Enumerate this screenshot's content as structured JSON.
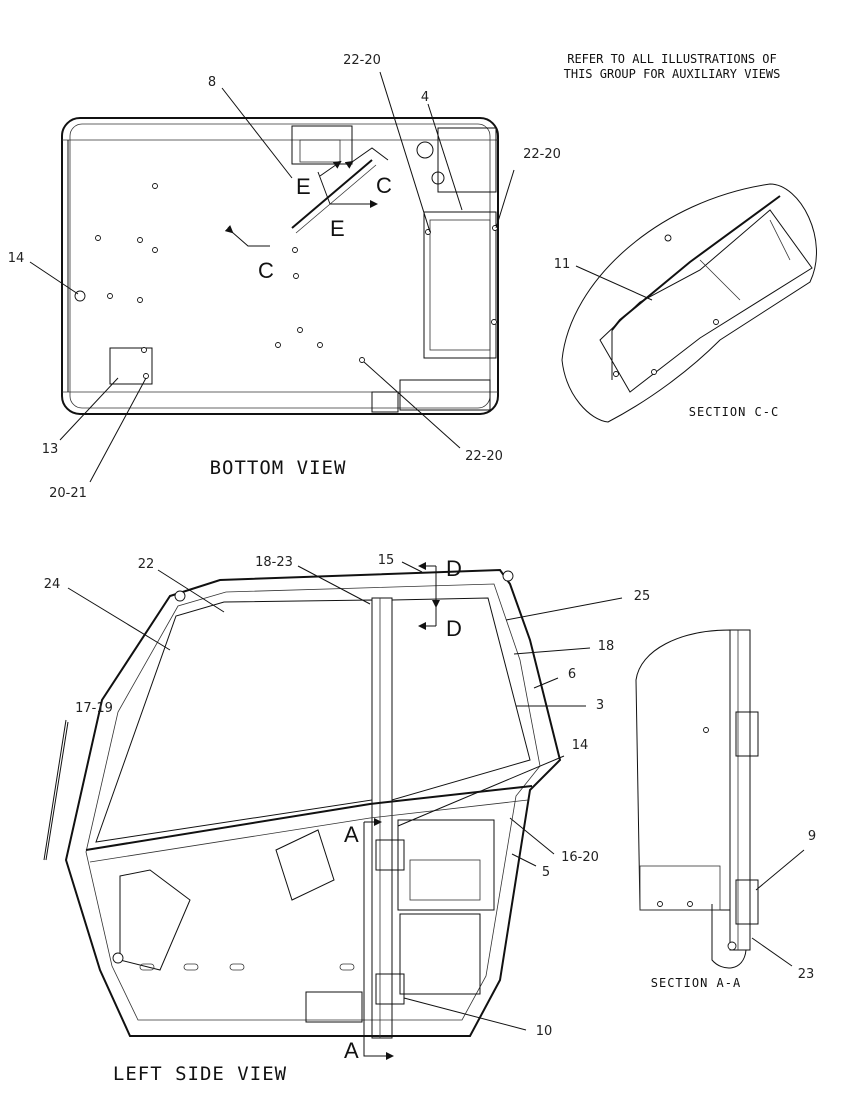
{
  "note": {
    "line1": "REFER TO ALL ILLUSTRATIONS OF",
    "line2": "THIS GROUP FOR AUXILIARY VIEWS"
  },
  "views": {
    "bottom": "BOTTOM VIEW",
    "left_side": "LEFT SIDE VIEW",
    "section_cc": "SECTION C-C",
    "section_aa": "SECTION A-A"
  },
  "section_markers": {
    "c": "C",
    "e": "E",
    "d": "D",
    "a": "A"
  },
  "callouts": {
    "bottom": {
      "c8": "8",
      "c22_20_top": "22-20",
      "c4": "4",
      "c22_20_right": "22-20",
      "c14": "14",
      "c13": "13",
      "c20_21": "20-21",
      "c22_20_bottom": "22-20"
    },
    "section_cc": {
      "c11": "11"
    },
    "left_side": {
      "c22": "22",
      "c18_23": "18-23",
      "c15": "15",
      "c24": "24",
      "c25": "25",
      "c18": "18",
      "c6": "6",
      "c3": "3",
      "c17_19": "17-19",
      "c14": "14",
      "c16_20": "16-20",
      "c5": "5",
      "c10": "10"
    },
    "section_aa": {
      "c9": "9",
      "c23": "23"
    }
  }
}
